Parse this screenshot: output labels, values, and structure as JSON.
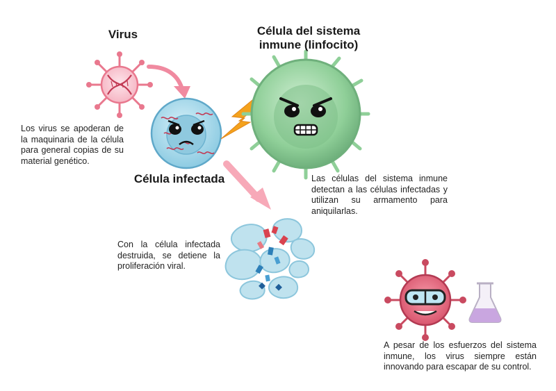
{
  "labels": {
    "virus": "Virus",
    "lymphocyte": "Célula del sistema inmune (linfocito)",
    "infected_cell": "Célula infectada"
  },
  "texts": {
    "virus_takeover": "Los virus se apoderan de la maquinaria de la célula para general copias de su material genético.",
    "immune_attack": "Las células del sistema inmune detectan a las células infectadas y utilizan su armamento para aniquilarlas.",
    "cell_destroyed": "Con la célula infectada destruida, se detiene la proliferación viral.",
    "virus_innovation": "A pesar de los esfuerzos del sistema inmune, los virus siempre están innovando para escapar de su control."
  },
  "icons": {
    "virus": "virus-icon",
    "lymphocyte": "lymphocyte-icon",
    "infected_cell": "infected-cell-icon",
    "lightning": "lightning-icon",
    "destroyed_cell": "destroyed-cell-icon",
    "scientist_virus": "scientist-virus-icon",
    "flask": "flask-icon"
  },
  "colors": {
    "virus": "#e9788e",
    "lymphocyte": "#8fcf98",
    "infected_cell": "#9fd6ea",
    "arrow": "#f08aa0",
    "lightning": "#f4a21c",
    "flask": "#c9a6e0"
  }
}
